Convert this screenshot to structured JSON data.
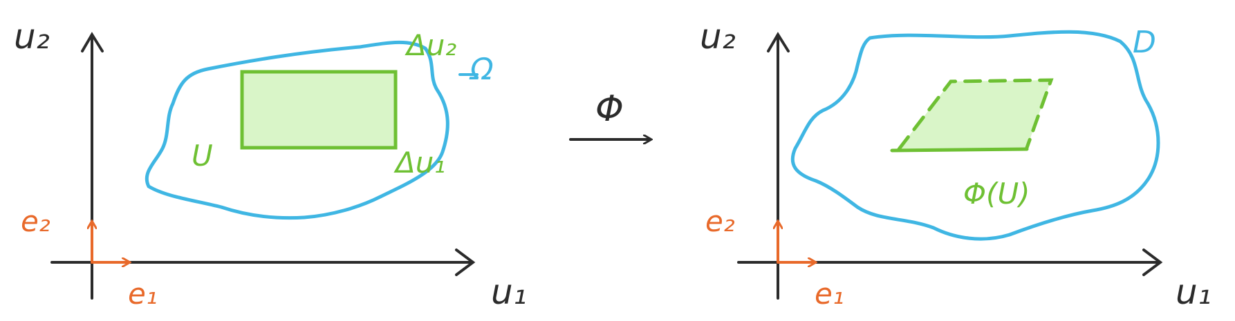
{
  "colors": {
    "axis": "#2b2b2b",
    "region": "#3fb6e3",
    "patch_stroke": "#6ec033",
    "patch_fill": "#d9f5c8",
    "basis": "#e8692a"
  },
  "left_panel": {
    "y_axis_label": "u₂",
    "x_axis_label": "u₁",
    "region_label": "Ω",
    "patch_label": "U",
    "delta_u1_label": "Δu₁",
    "delta_u2_label": "Δu₂",
    "basis_e1_label": "e₁",
    "basis_e2_label": "e₂"
  },
  "mapping": {
    "label": "Φ",
    "arrow_icon": "right-arrow-icon"
  },
  "right_panel": {
    "y_axis_label": "u₂",
    "x_axis_label": "u₁",
    "region_label": "D",
    "image_label": "Φ(U)",
    "basis_e1_label": "e₁",
    "basis_e2_label": "e₂"
  }
}
